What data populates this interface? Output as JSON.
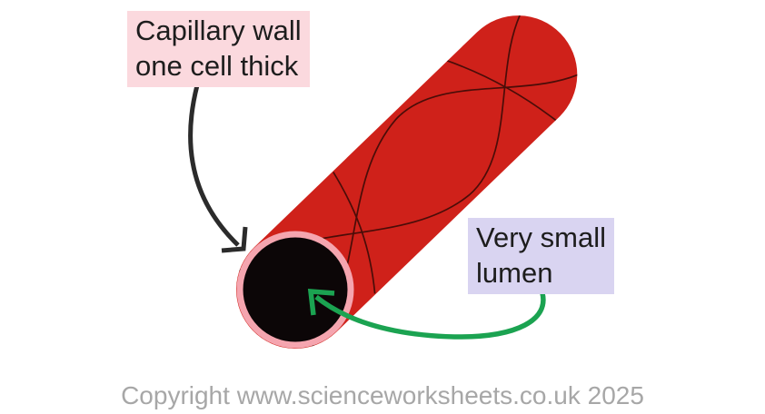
{
  "labels": {
    "capillary_wall": {
      "line1": "Capillary wall",
      "line2": "one cell thick"
    },
    "lumen": {
      "line1": "Very small",
      "line2": "lumen"
    }
  },
  "footer": {
    "copyright": "Copyright www.scienceworksheets.co.uk 2025"
  },
  "colors": {
    "vessel_red": "#cf211a",
    "pattern_line": "#330a07",
    "lumen_black": "#0c0607",
    "ring_pink": "#f5a5af",
    "label_pink_bg": "#fbd9de",
    "label_lavender_bg": "#d9d4f1",
    "arrow_black": "#2b2b2b",
    "arrow_green": "#1ba351",
    "copyright_gray": "#a7a7a7",
    "text_black": "#1d1d1d"
  }
}
